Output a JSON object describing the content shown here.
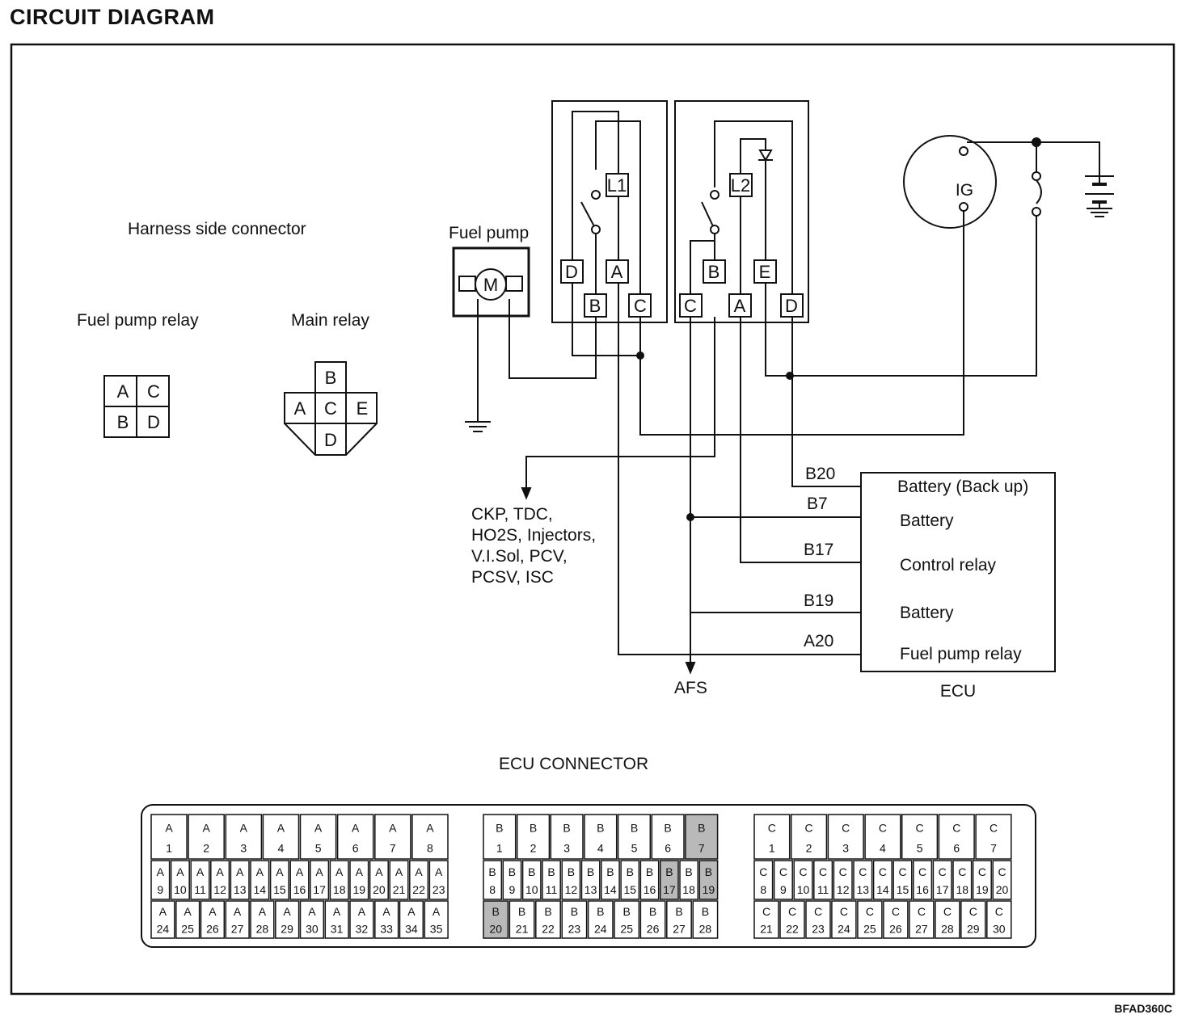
{
  "header": {
    "title": "CIRCUIT  DIAGRAM",
    "figure_code": "BFAD360C"
  },
  "connectors": {
    "heading": "Harness side connector",
    "fuel_pump_relay": {
      "label": "Fuel pump relay",
      "pins": [
        "A",
        "C",
        "B",
        "D"
      ]
    },
    "main_relay": {
      "label": "Main relay",
      "pins": [
        "B",
        "A",
        "C",
        "E",
        "D"
      ]
    }
  },
  "fuel_pump": {
    "label": "Fuel pump",
    "motor": "M"
  },
  "fuel_pump_relay_box": {
    "coil": "L1",
    "pins": [
      "D",
      "A",
      "B",
      "C"
    ]
  },
  "main_relay_box": {
    "coil": "L2",
    "pins": [
      "B",
      "E",
      "C",
      "A",
      "D"
    ]
  },
  "ignition": {
    "label": "IG"
  },
  "loads": {
    "lines": [
      "CKP, TDC,",
      "HO2S, Injectors,",
      "V.I.Sol, PCV,",
      "PCSV, ISC"
    ]
  },
  "afs_label": "AFS",
  "ecu": {
    "label": "ECU",
    "pins": [
      {
        "pin": "B20",
        "name": "Battery (Back up)"
      },
      {
        "pin": "B7",
        "name": "Battery"
      },
      {
        "pin": "B17",
        "name": "Control relay"
      },
      {
        "pin": "B19",
        "name": "Battery"
      },
      {
        "pin": "A20",
        "name": "Fuel pump relay"
      }
    ]
  },
  "ecu_connector": {
    "title": "ECU CONNECTOR",
    "A": {
      "top": [
        1,
        2,
        3,
        4,
        5,
        6,
        7,
        8
      ],
      "mid": [
        9,
        10,
        11,
        12,
        13,
        14,
        15,
        16,
        17,
        18,
        19,
        20,
        21,
        22,
        23
      ],
      "bot": [
        24,
        25,
        26,
        27,
        28,
        29,
        30,
        31,
        32,
        33,
        34,
        35
      ]
    },
    "B": {
      "top": [
        1,
        2,
        3,
        4,
        5,
        6,
        7
      ],
      "mid": [
        8,
        9,
        10,
        11,
        12,
        13,
        14,
        15,
        16,
        17,
        18,
        19
      ],
      "bot": [
        20,
        21,
        22,
        23,
        24,
        25,
        26,
        27,
        28
      ],
      "shaded": [
        7,
        17,
        19,
        20
      ]
    },
    "C": {
      "top": [
        1,
        2,
        3,
        4,
        5,
        6,
        7
      ],
      "mid": [
        8,
        9,
        10,
        11,
        12,
        13,
        14,
        15,
        16,
        17,
        18,
        19,
        20
      ],
      "bot": [
        21,
        22,
        23,
        24,
        25,
        26,
        27,
        28,
        29,
        30
      ]
    }
  }
}
